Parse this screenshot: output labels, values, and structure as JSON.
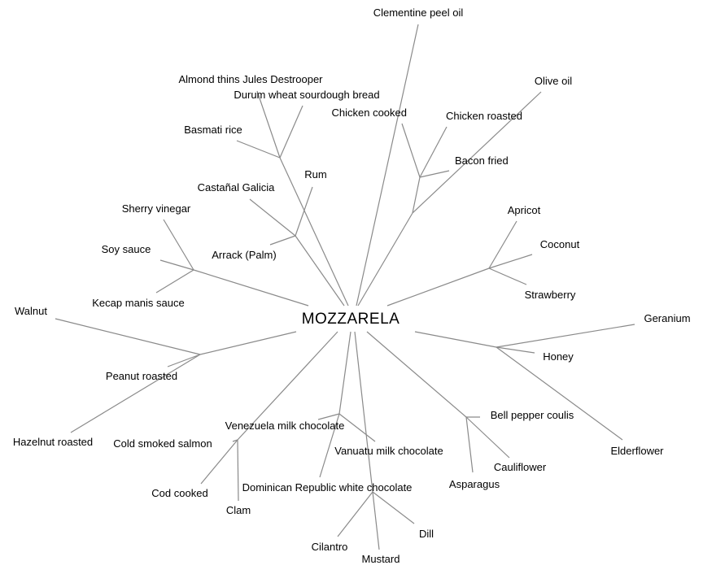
{
  "diagram": {
    "type": "radial-tree",
    "root": "MOZZARELA",
    "groups": [
      {
        "id": "clementine",
        "leaves": [
          "Clementine peel oil"
        ]
      },
      {
        "id": "olive",
        "leaves": [
          "Olive oil"
        ]
      },
      {
        "id": "chicken",
        "leaves": [
          "Chicken cooked",
          "Chicken roasted",
          "Bacon fried"
        ]
      },
      {
        "id": "bread",
        "leaves": [
          "Almond thins Jules Destrooper",
          "Durum wheat sourdough bread",
          "Basmati rice"
        ]
      },
      {
        "id": "rum",
        "leaves": [
          "Castañal Galicia",
          "Rum",
          "Arrack (Palm)"
        ]
      },
      {
        "id": "sauce",
        "leaves": [
          "Sherry vinegar",
          "Soy sauce",
          "Kecap manis sauce"
        ]
      },
      {
        "id": "fruit",
        "leaves": [
          "Apricot",
          "Coconut",
          "Strawberry"
        ]
      },
      {
        "id": "floral",
        "leaves": [
          "Geranium",
          "Honey",
          "Elderflower"
        ]
      },
      {
        "id": "nut",
        "leaves": [
          "Walnut",
          "Peanut roasted",
          "Hazelnut roasted"
        ]
      },
      {
        "id": "veg",
        "leaves": [
          "Bell pepper coulis",
          "Cauliflower",
          "Asparagus"
        ]
      },
      {
        "id": "fish",
        "leaves": [
          "Cold smoked salmon",
          "Cod cooked",
          "Clam"
        ]
      },
      {
        "id": "choc",
        "leaves": [
          "Venezuela milk chocolate",
          "Vanuatu milk chocolate",
          "Dominican Republic white chocolate"
        ]
      },
      {
        "id": "herb",
        "leaves": [
          "Cilantro",
          "Mustard",
          "Dill"
        ]
      }
    ]
  }
}
